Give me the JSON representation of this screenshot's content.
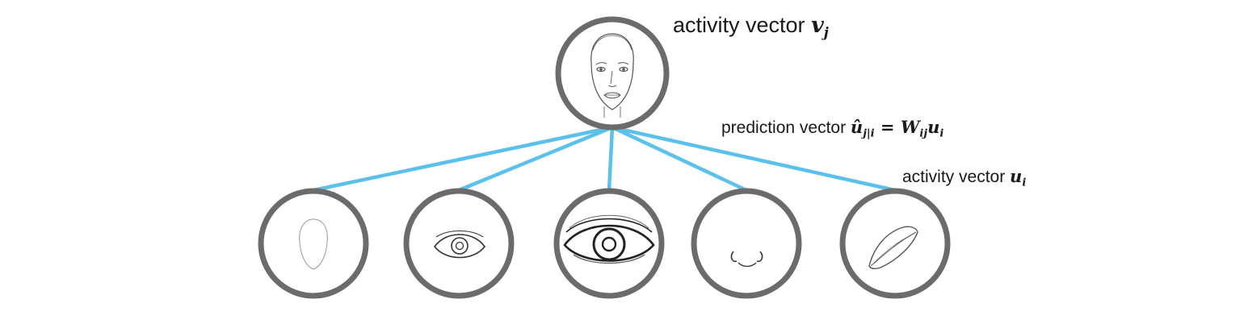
{
  "labels": {
    "parent_text": "activity vector",
    "parent_var": "v",
    "parent_sub": "j",
    "prediction_text": "prediction vector",
    "prediction_hat": "û",
    "prediction_hat_sub": "j|i",
    "prediction_eq": "=",
    "prediction_W": "W",
    "prediction_W_sub": "ij",
    "prediction_u": "u",
    "prediction_u_sub": "i",
    "child_text": "activity vector",
    "child_var": "u",
    "child_sub": "i"
  },
  "colors": {
    "edge": "#5bc0eb",
    "node_ring": "#6b6b6b",
    "sketch": "#555555"
  },
  "nodes": {
    "parent": {
      "content": "face-sketch"
    },
    "children": [
      {
        "content": "face-outline-sketch"
      },
      {
        "content": "eye-sketch"
      },
      {
        "content": "eye-sketch-large"
      },
      {
        "content": "nose-sketch"
      },
      {
        "content": "lips-sketch"
      }
    ]
  }
}
